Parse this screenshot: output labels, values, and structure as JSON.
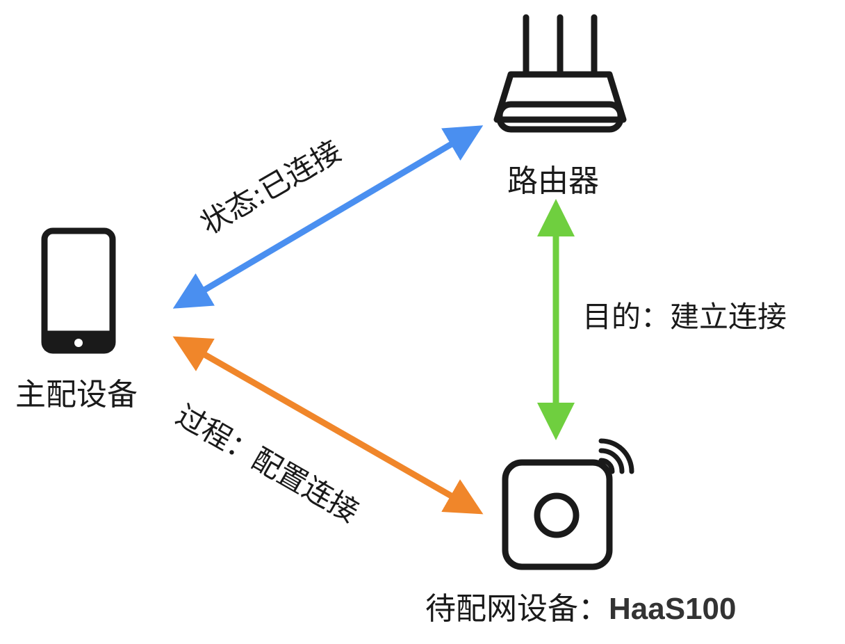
{
  "nodes": {
    "master": {
      "label": "主配设备",
      "icon": "smartphone-icon"
    },
    "router": {
      "label": "路由器",
      "icon": "router-icon"
    },
    "device": {
      "label_prefix": "待配网设备：",
      "label_model": "HaaS100",
      "icon": "smart-device-wifi-icon"
    }
  },
  "edges": {
    "master_router": {
      "label": "状态:已连接",
      "color": "#4a8ff0"
    },
    "master_device": {
      "label": "过程：配置连接",
      "color": "#f0862a"
    },
    "router_device": {
      "label": "目的：建立连接",
      "color": "#6fcf3f"
    }
  },
  "colors": {
    "icon_stroke": "#1a1a1a",
    "text": "#1a1a1a",
    "background": "#ffffff"
  }
}
